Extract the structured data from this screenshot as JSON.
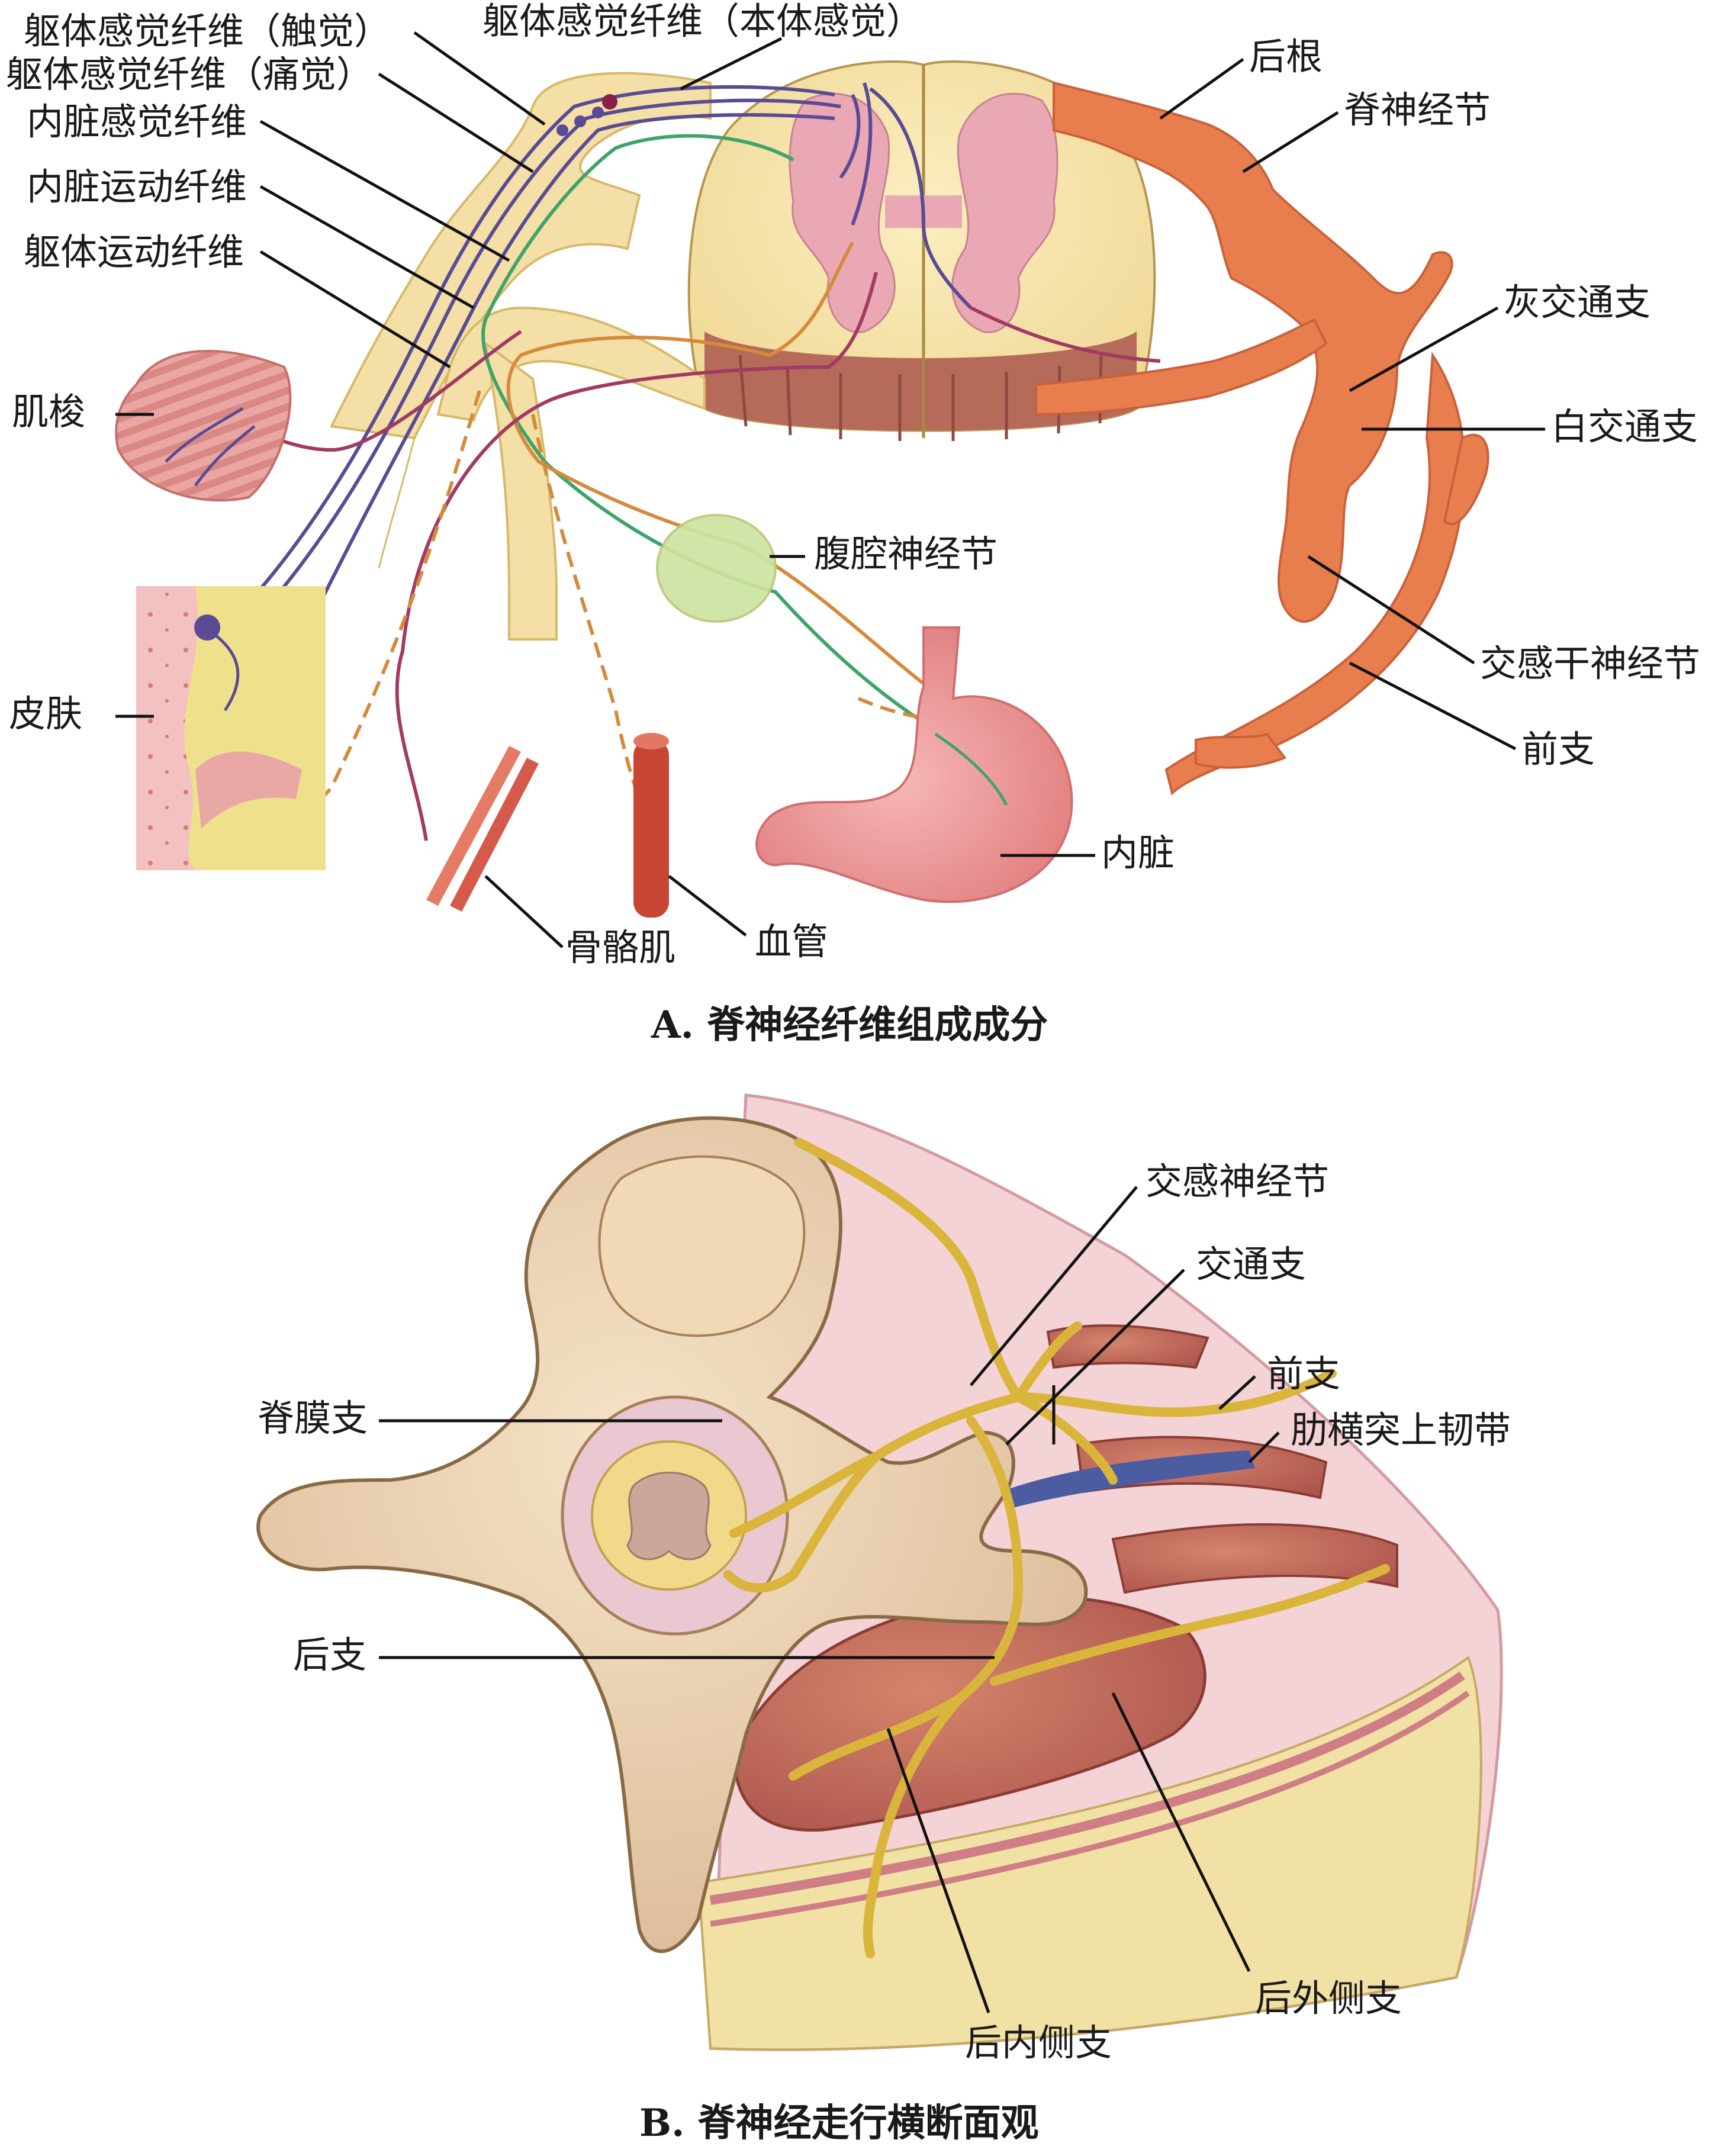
{
  "panel_a": {
    "caption": "A. 脊神经纤维组成成分",
    "labels": {
      "somatic_sensory_touch": "躯体感觉纤维（触觉）",
      "somatic_sensory_pain": "躯体感觉纤维（痛觉）",
      "visceral_sensory": "内脏感觉纤维",
      "visceral_motor": "内脏运动纤维",
      "somatic_motor": "躯体运动纤维",
      "somatic_sensory_proprio": "躯体感觉纤维（本体感觉）",
      "posterior_root": "后根",
      "spinal_ganglion": "脊神经节",
      "gray_ramus": "灰交通支",
      "white_ramus": "白交通支",
      "sympathetic_trunk_ganglion": "交感干神经节",
      "anterior_ramus": "前支",
      "muscle_spindle": "肌梭",
      "skin": "皮肤",
      "celiac_ganglion": "腹腔神经节",
      "viscera": "内脏",
      "skeletal_muscle": "骨骼肌",
      "blood_vessel": "血管"
    }
  },
  "panel_b": {
    "caption": "B. 脊神经走行横断面观",
    "labels": {
      "sympathetic_ganglion": "交感神经节",
      "communicating_ramus": "交通支",
      "anterior_ramus": "前支",
      "costotransverse_ligament": "肋横突上韧带",
      "meningeal_branch": "脊膜支",
      "posterior_ramus": "后支",
      "posterior_lateral_branch": "后外侧支",
      "posterior_medial_branch": "后内侧支"
    }
  },
  "colors": {
    "somatic_sensory": "#5a4b94",
    "visceral_sensory": "#3fa46a",
    "visceral_motor": "#d58a3c",
    "somatic_motor": "#a23a63",
    "nerve_body": "#f4dfa6",
    "sympathetic_trunk": "#e87e4e",
    "branch_yellow": "#d9b53b"
  }
}
